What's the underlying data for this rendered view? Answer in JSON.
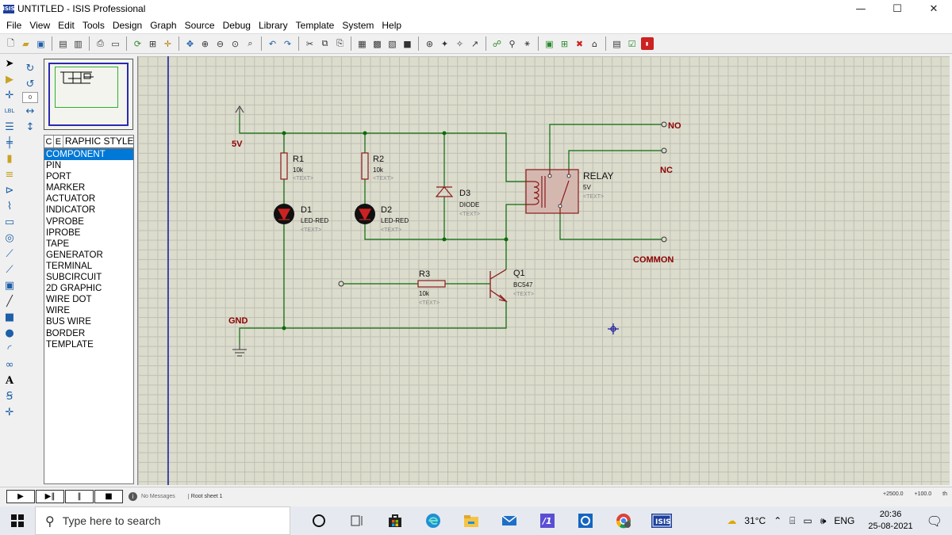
{
  "window": {
    "app_icon_text": "ISIS",
    "title": "UNTITLED - ISIS Professional",
    "minimize": "—",
    "maximize": "☐",
    "close": "✕"
  },
  "menu": [
    "File",
    "View",
    "Edit",
    "Tools",
    "Design",
    "Graph",
    "Source",
    "Debug",
    "Library",
    "Template",
    "System",
    "Help"
  ],
  "device_selector": {
    "buttons": [
      "C",
      "E"
    ],
    "header": "RAPHIC STYLE",
    "items": [
      "COMPONENT",
      "PIN",
      "PORT",
      "MARKER",
      "ACTUATOR",
      "INDICATOR",
      "VPROBE",
      "IPROBE",
      "TAPE",
      "GENERATOR",
      "TERMINAL",
      "SUBCIRCUIT",
      "2D GRAPHIC",
      "WIRE DOT",
      "WIRE",
      "BUS WIRE",
      "BORDER",
      "TEMPLATE"
    ],
    "selected": "COMPONENT"
  },
  "schematic": {
    "power_label": "5V",
    "ground_label": "GND",
    "r1": {
      "ref": "R1",
      "value": "10k",
      "text": "<TEXT>"
    },
    "r2": {
      "ref": "R2",
      "value": "10k",
      "text": "<TEXT>"
    },
    "r3": {
      "ref": "R3",
      "value": "10k",
      "text": "<TEXT>"
    },
    "d1": {
      "ref": "D1",
      "value": "LED-RED",
      "text": "<TEXT>"
    },
    "d2": {
      "ref": "D2",
      "value": "LED-RED",
      "text": "<TEXT>"
    },
    "d3": {
      "ref": "D3",
      "value": "DIODE",
      "text": "<TEXT>"
    },
    "q1": {
      "ref": "Q1",
      "value": "BC547",
      "text": "<TEXT>"
    },
    "relay": {
      "ref": "RELAY",
      "value": "5V",
      "text": "<TEXT>"
    },
    "no_label": "NO",
    "nc_label": "NC",
    "common_label": "COMMON"
  },
  "status": {
    "messages": "No Messages",
    "sheet": "Root sheet 1",
    "coord_x": "+2500.0",
    "coord_y": "+100.0",
    "unit": "th",
    "sim_buttons": [
      "▶",
      "▶‖",
      "‖",
      "■"
    ]
  },
  "taskbar": {
    "search_placeholder": "Type here to search",
    "temperature": "31°C",
    "language": "ENG",
    "time": "20:36",
    "date": "25-08-2021"
  },
  "colors": {
    "canvas": "#dcdccd",
    "wire": "#0a6b0a",
    "component": "#8b1a1a",
    "label": "#8b0000",
    "selection": "#0078d7"
  }
}
